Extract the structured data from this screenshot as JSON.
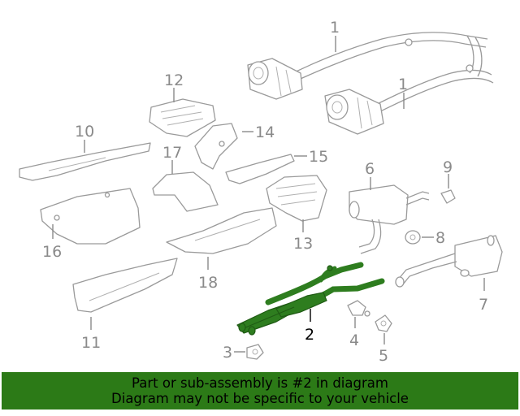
{
  "callouts": {
    "c1a": "1",
    "c1b": "1",
    "c2": "2",
    "c3": "3",
    "c4": "4",
    "c5": "5",
    "c6": "6",
    "c7": "7",
    "c8": "8",
    "c9": "9",
    "c10": "10",
    "c11": "11",
    "c12": "12",
    "c13": "13",
    "c14": "14",
    "c15": "15",
    "c16": "16",
    "c17": "17",
    "c18": "18"
  },
  "highlight": {
    "part_number": "2",
    "color": "#2e7d1f"
  },
  "banner": {
    "line1": "Part or sub-assembly is #2 in diagram",
    "line2": "Diagram may not be specific to your vehicle",
    "background": "#2c7a17"
  }
}
